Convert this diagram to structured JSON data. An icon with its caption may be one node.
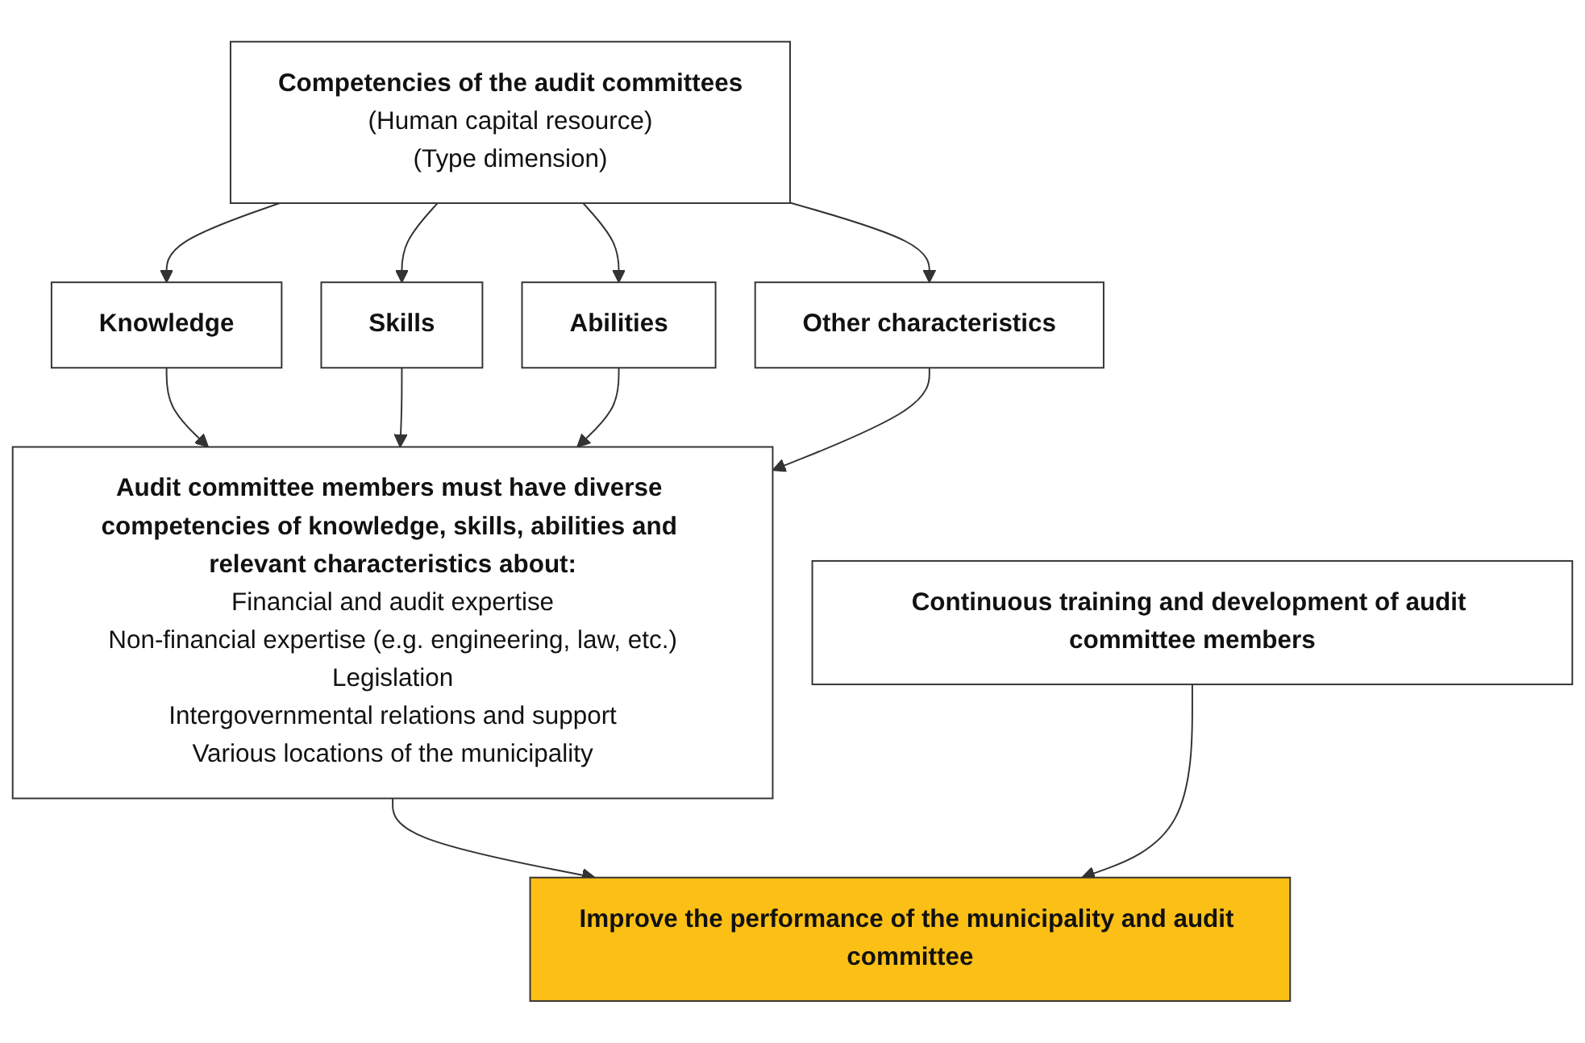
{
  "diagram": {
    "nodes": [
      {
        "text": [
          "Competencies of the audit committees",
          "(Human capital resource)",
          "(Type dimension)"
        ]
      },
      {
        "text": [
          "Knowledge"
        ]
      },
      {
        "text": [
          "Skills"
        ]
      },
      {
        "text": [
          "Abilities"
        ]
      },
      {
        "text": [
          "Other characteristics"
        ]
      },
      {
        "text": [
          "Audit committee members must have diverse competencies of knowledge, skills, abilities and relevant characteristics about:",
          "Financial and audit expertise",
          "Non-financial expertise (e.g. engineering, law, etc.)",
          "Legislation",
          "Intergovernmental relations and support",
          "Various locations of the municipality"
        ]
      },
      {
        "text": [
          "Continuous training and development of audit committee members"
        ]
      },
      {
        "text": [
          "Improve the performance of the municipality and audit committee"
        ]
      }
    ],
    "edges": [
      {
        "from": 0,
        "to": 1,
        "arrow": "to"
      },
      {
        "from": 0,
        "to": 2,
        "arrow": "to"
      },
      {
        "from": 0,
        "to": 3,
        "arrow": "to"
      },
      {
        "from": 0,
        "to": 4,
        "arrow": "to"
      },
      {
        "from": 1,
        "to": 5,
        "arrow": "to"
      },
      {
        "from": 2,
        "to": 5,
        "arrow": "to"
      },
      {
        "from": 3,
        "to": 5,
        "arrow": "to"
      },
      {
        "from": 4,
        "to": 5,
        "arrow": "to"
      },
      {
        "from": 5,
        "to": 7,
        "arrow": "to"
      },
      {
        "from": 6,
        "to": 7,
        "arrow": "to"
      }
    ]
  }
}
